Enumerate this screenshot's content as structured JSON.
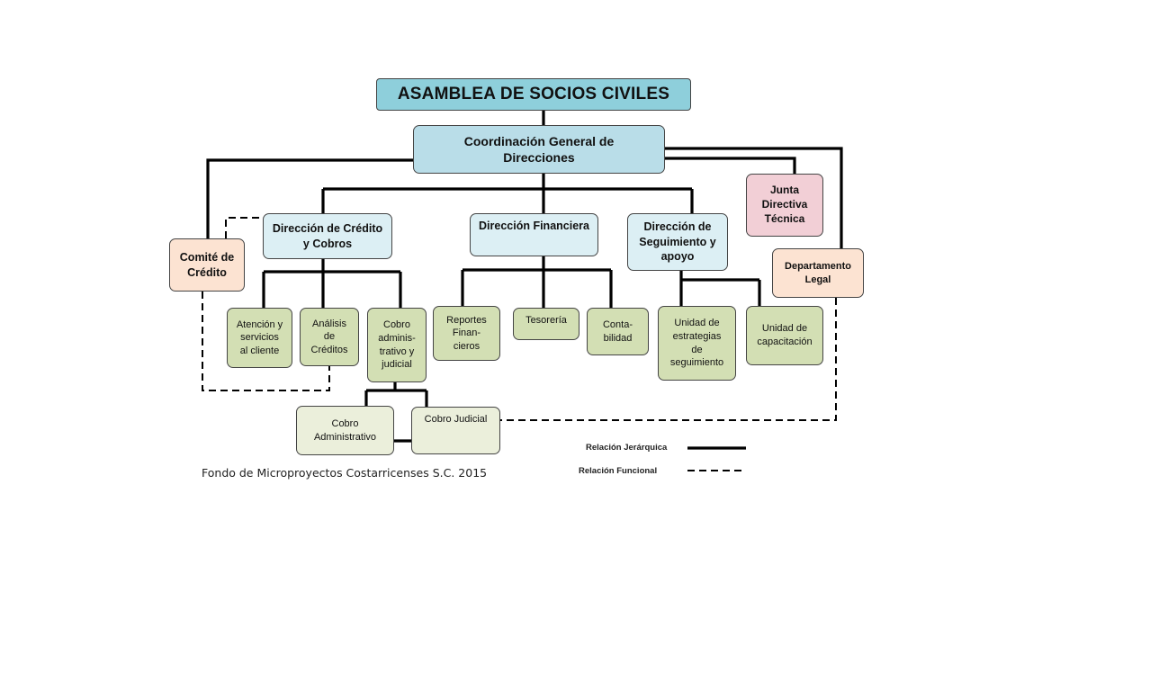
{
  "org_chart": {
    "top": {
      "label": "ASAMBLEA DE SOCIOS CIVILES"
    },
    "coordination": {
      "label": "Coordinación General de\nDirecciones"
    },
    "directions": {
      "credit": {
        "label": "Dirección de Crédito\ny Cobros"
      },
      "finance": {
        "label": "Dirección Financiera"
      },
      "followup": {
        "label": "Dirección de\nSeguimiento y\napoyo"
      }
    },
    "side": {
      "credit_committee": {
        "label": "Comité de\nCrédito"
      },
      "technical_board": {
        "label": "Junta\nDirectiva\nTécnica"
      },
      "legal": {
        "label": "Departamento\nLegal"
      }
    },
    "units": {
      "customer_service": {
        "label": "Atención y\nservicios\nal cliente"
      },
      "credit_analysis": {
        "label": "Análisis\nde\nCréditos"
      },
      "collections": {
        "label": "Cobro\nadminis-\ntrativo y\njudicial"
      },
      "financial_reports": {
        "label": "Reportes\nFinan-\ncieros"
      },
      "treasury": {
        "label": "Tesorería"
      },
      "accounting": {
        "label": "Conta-\nbilidad"
      },
      "followup_strategies": {
        "label": "Unidad de\nestrategias\nde\nseguimiento"
      },
      "training": {
        "label": "Unidad de\ncapacitación"
      }
    },
    "subunits": {
      "admin_collection": {
        "label": "Cobro\nAdministrativo"
      },
      "judicial_collection": {
        "label": "Cobro Judicial"
      }
    }
  },
  "footer": {
    "text": "Fondo de Microproyectos Costarricenses S.C. 2015"
  },
  "legend": {
    "hierarchical": {
      "label": "Relación Jerárquica"
    },
    "functional": {
      "label": "Relación Funcional"
    }
  },
  "colors": {
    "top": "#8ecfdb",
    "coordination": "#b9dde8",
    "direction": "#dceff4",
    "peach": "#fce3d2",
    "pink": "#f2cfd6",
    "unit": "#d3dfb4",
    "subunit": "#ebefdb"
  }
}
